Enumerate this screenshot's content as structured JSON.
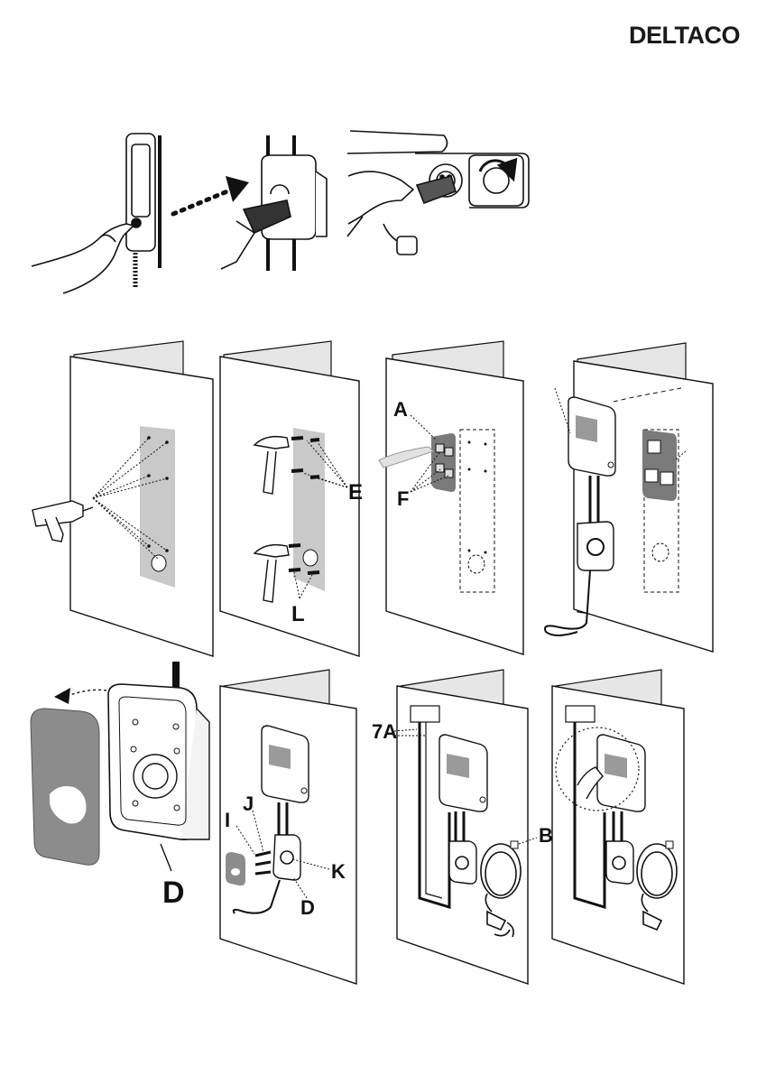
{
  "brand": {
    "logo_text": "DELTACO"
  },
  "labels": {
    "A": "A",
    "E": "E",
    "F": "F",
    "L": "L",
    "D_big": "D",
    "I": "I",
    "J": "J",
    "K": "K",
    "D": "D",
    "7A": "7A",
    "B": "B"
  }
}
